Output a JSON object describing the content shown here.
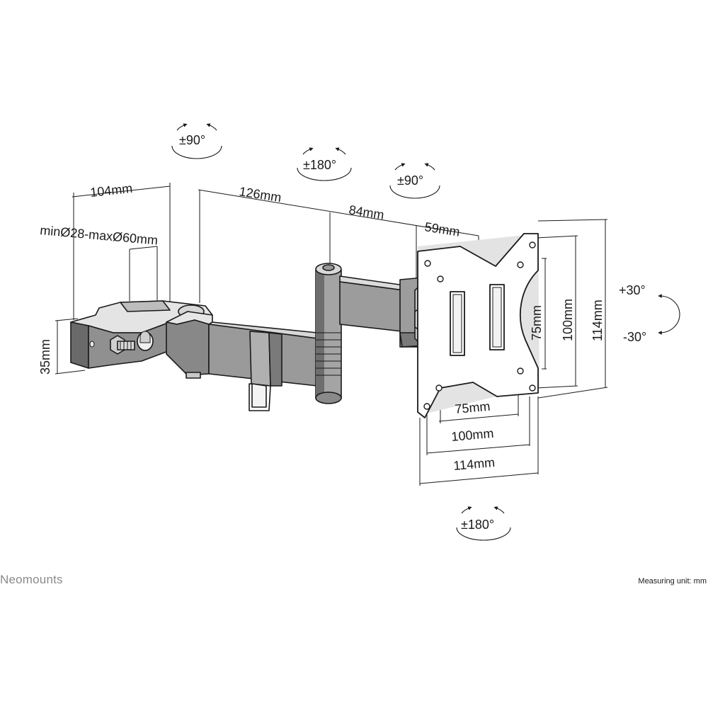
{
  "rotations": {
    "arm_base": "±90°",
    "arm_joint": "±180°",
    "head_swivel": "±90°",
    "plate_rotation": "±180°",
    "tilt_up": "+30°",
    "tilt_down": "-30°"
  },
  "dimensions": {
    "clamp_width": "104mm",
    "clamp_range": "minØ28-maxØ60mm",
    "clamp_height": "35mm",
    "arm_segment_1": "126mm",
    "arm_segment_2": "84mm",
    "head_offset": "59mm",
    "vesa_75_vertical": "75mm",
    "vesa_100_vertical": "100mm",
    "plate_height": "114mm",
    "vesa_75_horizontal": "75mm",
    "vesa_100_horizontal": "100mm",
    "plate_width": "114mm"
  },
  "footer": {
    "brand": "Neomounts",
    "measuring_unit": "Measuring unit: mm"
  }
}
